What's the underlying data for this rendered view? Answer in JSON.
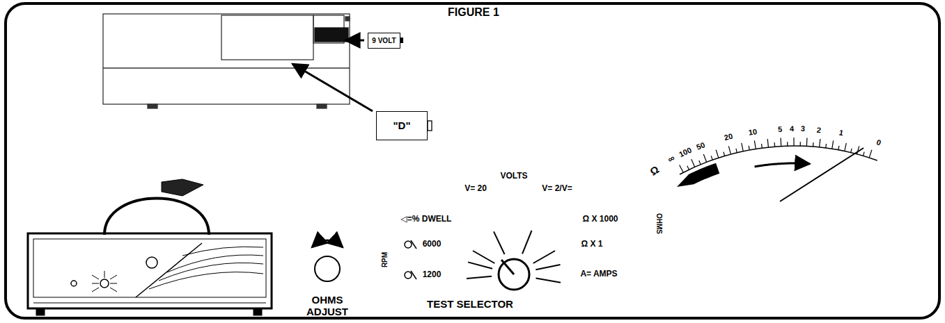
{
  "diagram": {
    "title": "FIGURE 1",
    "nodes": [
      {
        "text": [
          "9 VOLT"
        ]
      },
      {
        "text": [
          "\"D\""
        ]
      }
    ],
    "labels": [
      "VOLTS",
      "V= 20",
      "V= 2/V=",
      "◁=% DWELL",
      "Ω X 1000",
      "6000",
      "Ω X 1",
      "1200",
      "A= AMPS",
      "RPM",
      "OHMS",
      "OHMS ADJUST",
      "TEST SELECTOR",
      "Ω",
      "∞",
      "100",
      "50",
      "20",
      "10",
      "5",
      "4",
      "3",
      "2",
      "1",
      "0"
    ]
  }
}
